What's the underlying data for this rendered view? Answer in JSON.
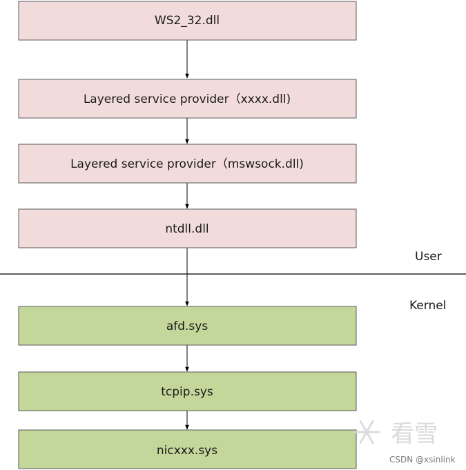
{
  "diagram": {
    "user_boxes": [
      {
        "label": "WS2_32.dll"
      },
      {
        "label": "Layered service provider（xxxx.dll)"
      },
      {
        "label": "Layered service provider（mswsock.dll)"
      },
      {
        "label": "ntdll.dll"
      }
    ],
    "kernel_boxes": [
      {
        "label": "afd.sys"
      },
      {
        "label": "tcpip.sys"
      },
      {
        "label": "nicxxx.sys"
      }
    ],
    "user_label": "User",
    "kernel_label": "Kernel",
    "colors": {
      "user_fill": "#f2dcdb",
      "kernel_fill": "#c4d79b",
      "stroke": "#595959",
      "arrow": "#000000",
      "divider": "#000000"
    }
  },
  "watermark": {
    "logo_text": "看雪",
    "credit": "CSDN @xsinlink"
  }
}
